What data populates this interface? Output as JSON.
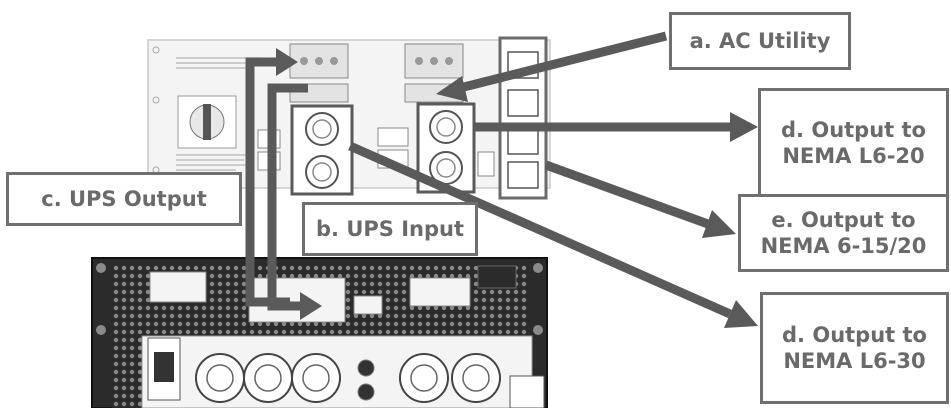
{
  "labels": {
    "ac_utility": "a. AC Utility",
    "ups_input": "b. UPS Input",
    "ups_output": "c. UPS Output",
    "output_l6_20": [
      "d. Output to",
      "NEMA L6-20"
    ],
    "output_6_15_20": [
      "e. Output to",
      "NEMA 6-15/20"
    ],
    "output_l6_30": [
      "d. Output to",
      "NEMA L6-30"
    ]
  },
  "colors": {
    "arrow": "#5a5a5a",
    "callout_border": "#6f6f6f",
    "callout_text": "#6a6a6a",
    "panel": "#f4f4f4",
    "ups_body": "#2b2b2b"
  }
}
